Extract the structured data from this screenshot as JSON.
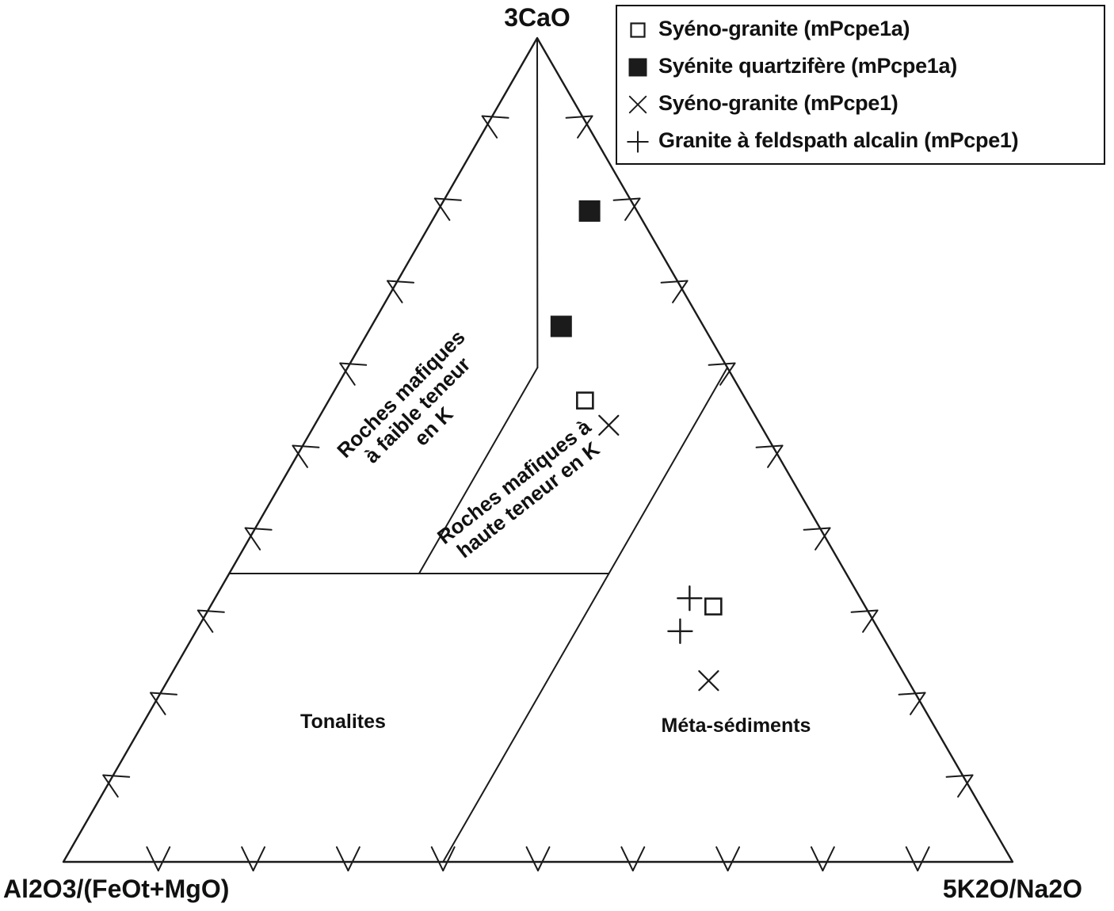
{
  "figure": {
    "background": "#ffffff",
    "line_color": "#1b1b1b"
  },
  "chart_data": {
    "type": "scatter",
    "subtype": "ternary",
    "title": "",
    "apex_labels": {
      "top": "3CaO",
      "bottom_left": "Al2O3/(FeOt+MgO)",
      "bottom_right": "5K2O/Na2O"
    },
    "axis_range_pct": [
      0,
      100
    ],
    "tick_interval_pct": 10,
    "grid": false,
    "legend_position": "top-right",
    "region_labels": [
      {
        "text": "Roches mafiques\nà faible teneur\nen K",
        "rotation_deg": -45
      },
      {
        "text": "Roches mafiques à\nhaute teneur en K",
        "rotation_deg": -38
      },
      {
        "text": "Tonalites",
        "rotation_deg": 0
      },
      {
        "text": "Méta-sédiments",
        "rotation_deg": 0
      }
    ],
    "field_boundaries": [
      {
        "from": [
          1.0,
          0.0,
          0.0
        ],
        "to": [
          0.6,
          0.2,
          0.2
        ]
      },
      {
        "from": [
          0.6,
          0.2,
          0.2
        ],
        "to": [
          0.35,
          0.45,
          0.2
        ]
      },
      {
        "from": [
          0.35,
          0.65,
          0.0
        ],
        "to": [
          0.35,
          0.25,
          0.4
        ]
      },
      {
        "from": [
          0.6,
          0.0,
          0.4
        ],
        "to": [
          0.0,
          0.6,
          0.4
        ]
      }
    ],
    "series": [
      {
        "name": "Syéno-granite (mPcpe1a)",
        "marker": "square-open",
        "points": [
          [
            0.56,
            0.17,
            0.27
          ],
          [
            0.31,
            0.16,
            0.53
          ]
        ]
      },
      {
        "name": "Syénite quartzifère (mPcpe1a)",
        "marker": "square-filled",
        "points": [
          [
            0.79,
            0.05,
            0.16
          ],
          [
            0.65,
            0.15,
            0.2
          ]
        ]
      },
      {
        "name": "Syéno-granite (mPcpe1)",
        "marker": "x",
        "points": [
          [
            0.53,
            0.16,
            0.31
          ],
          [
            0.22,
            0.21,
            0.57
          ]
        ]
      },
      {
        "name": "Granite à feldspath alcalin (mPcpe1)",
        "marker": "plus",
        "points": [
          [
            0.32,
            0.18,
            0.5
          ],
          [
            0.28,
            0.21,
            0.51
          ]
        ]
      }
    ]
  }
}
